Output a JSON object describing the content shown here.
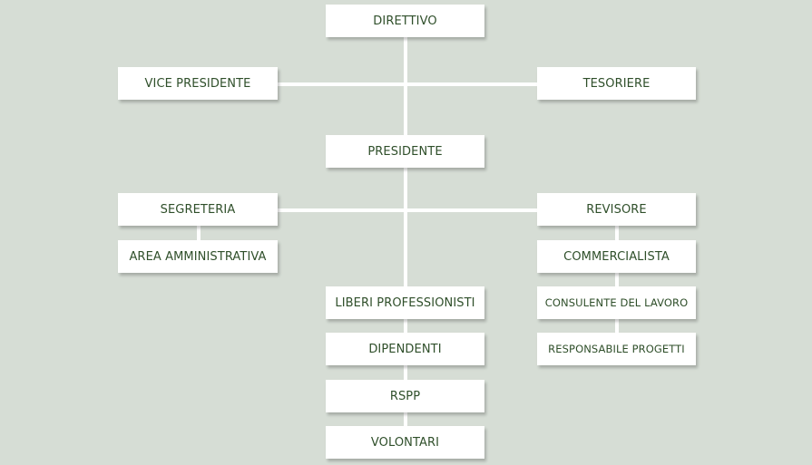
{
  "colors": {
    "background": "#d6ddd5",
    "box": "#ffffff",
    "text": "#2f4f2a",
    "connector": "#ffffff"
  },
  "nodes": {
    "direttivo": "DIRETTIVO",
    "vice_presidente": "VICE PRESIDENTE",
    "tesoriere": "TESORIERE",
    "presidente": "PRESIDENTE",
    "segreteria": "SEGRETERIA",
    "revisore": "REVISORE",
    "area_amministrativa": "AREA AMMINISTRATIVA",
    "commercialista": "COMMERCIALISTA",
    "liberi_professionisti": "LIBERI PROFESSIONISTI",
    "consulente_del_lavoro": "CONSULENTE DEL LAVORO",
    "dipendenti": "DIPENDENTI",
    "responsabile_progetti": "RESPONSABILE PROGETTI",
    "rspp": "RSPP",
    "volontari": "VOLONTARI"
  }
}
